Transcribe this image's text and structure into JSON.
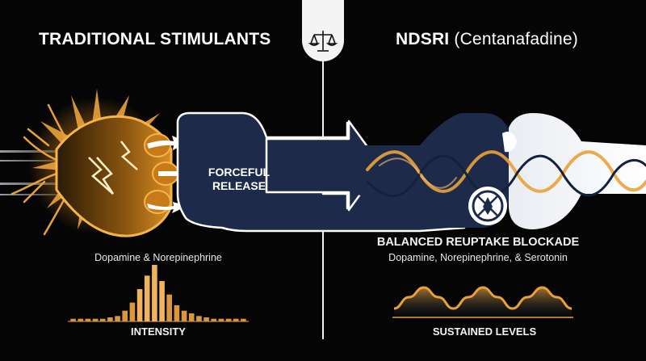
{
  "left": {
    "title": "TRADITIONAL STIMULANTS",
    "release_label": "FORCEFUL\nRELEASE",
    "neurotransmitters": "Dopamine & Norepinephrine",
    "chart_label": "INTENSITY"
  },
  "right": {
    "title_bold": "NDSRI",
    "title_light": " (Centanafadine)",
    "mechanism": "BALANCED REUPTAKE BLOCKADE",
    "neurotransmitters": "Dopamine, Norepinephrine, & Serotonin",
    "chart_label": "SUSTAINED LEVELS"
  },
  "icons": {
    "divider": "balance-scale-icon",
    "blockade": "reuptake-blocker-icon",
    "neuron": "neuron-burst-icon"
  },
  "colors": {
    "background": "#050506",
    "accent_orange": "#e9a23b",
    "navy": "#1e2a4a",
    "white": "#ffffff"
  },
  "chart_data": [
    {
      "type": "bar",
      "values": [
        1,
        1,
        1,
        1,
        1,
        1.5,
        2,
        4,
        7,
        12,
        17,
        21,
        15,
        10,
        6,
        4,
        3,
        2,
        1.5,
        1,
        1,
        1,
        1,
        1
      ],
      "xlabel": "INTENSITY"
    },
    {
      "type": "area",
      "x": [
        0,
        1,
        2,
        3,
        4,
        5,
        6,
        7,
        8,
        9,
        10,
        11,
        12
      ],
      "values": [
        0.25,
        0.6,
        0.9,
        0.6,
        0.25,
        0.6,
        0.9,
        0.6,
        0.25,
        0.6,
        0.9,
        0.6,
        0.25
      ],
      "xlabel": "SUSTAINED LEVELS"
    }
  ]
}
